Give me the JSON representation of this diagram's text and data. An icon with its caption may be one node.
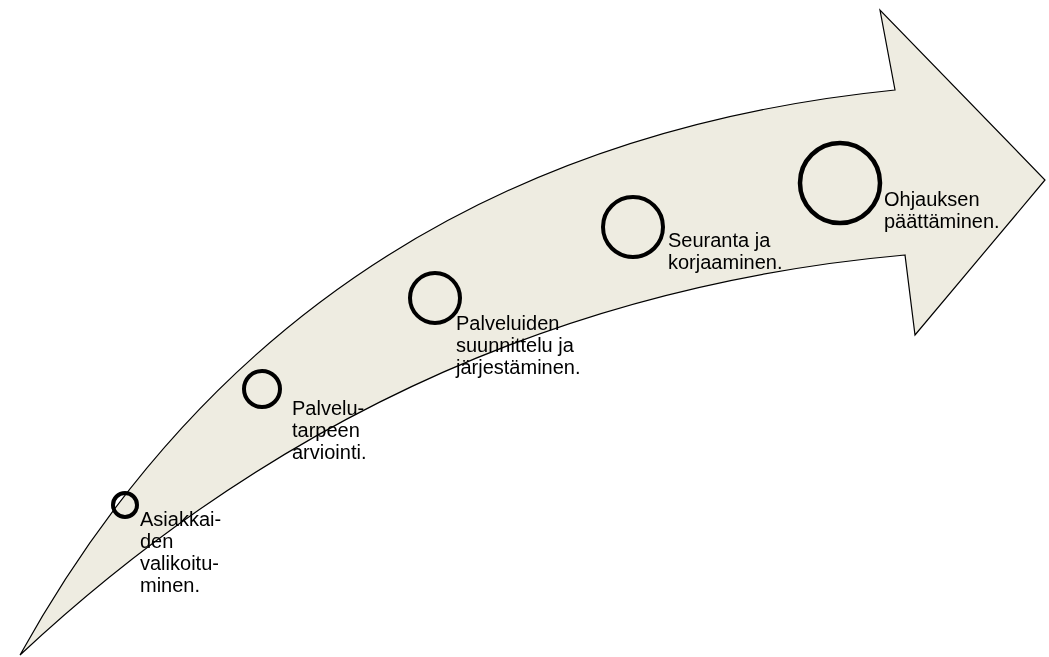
{
  "diagram": {
    "nodes": [
      {
        "text": [],
        "shape": "circle",
        "beside": [
          "Asiakkai- den valikoitu- minen."
        ]
      },
      {
        "text": [],
        "shape": "circle",
        "beside": [
          "Palvelu- tarpeen arviointi."
        ]
      },
      {
        "text": [],
        "shape": "circle",
        "beside": [
          "Palveluiden suunnittelu ja järjestäminen."
        ]
      },
      {
        "text": [],
        "shape": "circle",
        "beside": [
          "Seuranta ja korjaaminen."
        ]
      },
      {
        "text": [],
        "shape": "circle",
        "beside": [
          "Ohjauksen päättäminen."
        ]
      }
    ]
  }
}
